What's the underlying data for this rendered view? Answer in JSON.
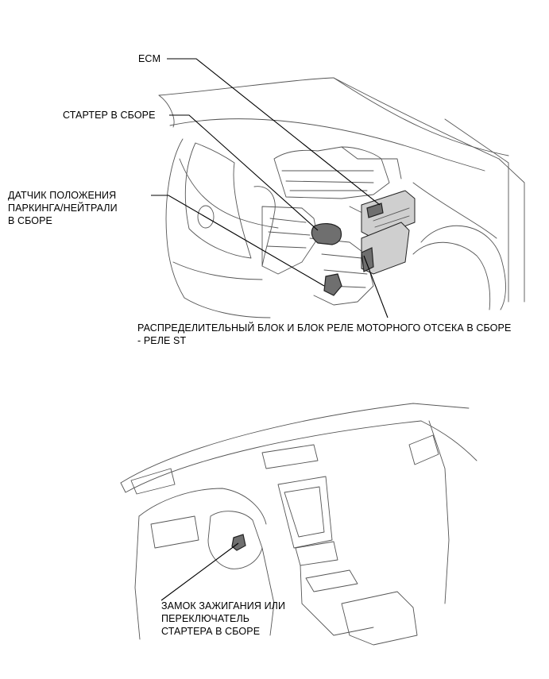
{
  "engine_view": {
    "labels": {
      "ecm": "ECM",
      "starter": "СТАРТЕР В СБОРЕ",
      "park_neutral_line1": "ДАТЧИК ПОЛОЖЕНИЯ",
      "park_neutral_line2": "ПАРКИНГА/НЕЙТРАЛИ",
      "park_neutral_line3": "В СБОРЕ",
      "relay_block_line1": "РАСПРЕДЕЛИТЕЛЬНЫЙ БЛОК И БЛОК РЕЛЕ МОТОРНОГО ОТСЕКА В СБОРЕ",
      "relay_block_line2": "- РЕЛЕ ST"
    }
  },
  "dash_view": {
    "labels": {
      "ignition_line1": "ЗАМОК ЗАЖИГАНИЯ ИЛИ",
      "ignition_line2": "ПЕРЕКЛЮЧАТЕЛЬ",
      "ignition_line3": "СТАРТЕРА В СБОРЕ"
    }
  }
}
